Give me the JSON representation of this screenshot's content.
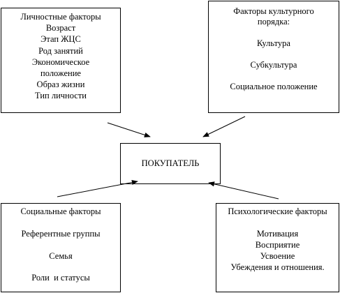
{
  "diagram": {
    "center": {
      "label": "ПОКУПАТЕЛЬ"
    },
    "boxes": {
      "personal": {
        "lines": [
          "Личностные факторы",
          "Возраст",
          "Этап ЖЦС",
          "Род занятий",
          "Экономическое",
          "положение",
          "Образ жизни",
          "Тип личности"
        ]
      },
      "cultural": {
        "lines": [
          "Факторы культурного",
          "порядка:",
          "",
          "Культура",
          "",
          "Субкультура",
          "",
          "Социальное положение"
        ]
      },
      "social": {
        "lines": [
          "Социальные факторы",
          "",
          "Референтные группы",
          "",
          "Семья",
          "",
          "Роли  и статусы"
        ]
      },
      "psychological": {
        "lines": [
          "Психологические факторы",
          "",
          "Мотивация",
          "Восприятие",
          "Усвоение",
          "Убеждения и отношения."
        ]
      }
    }
  }
}
